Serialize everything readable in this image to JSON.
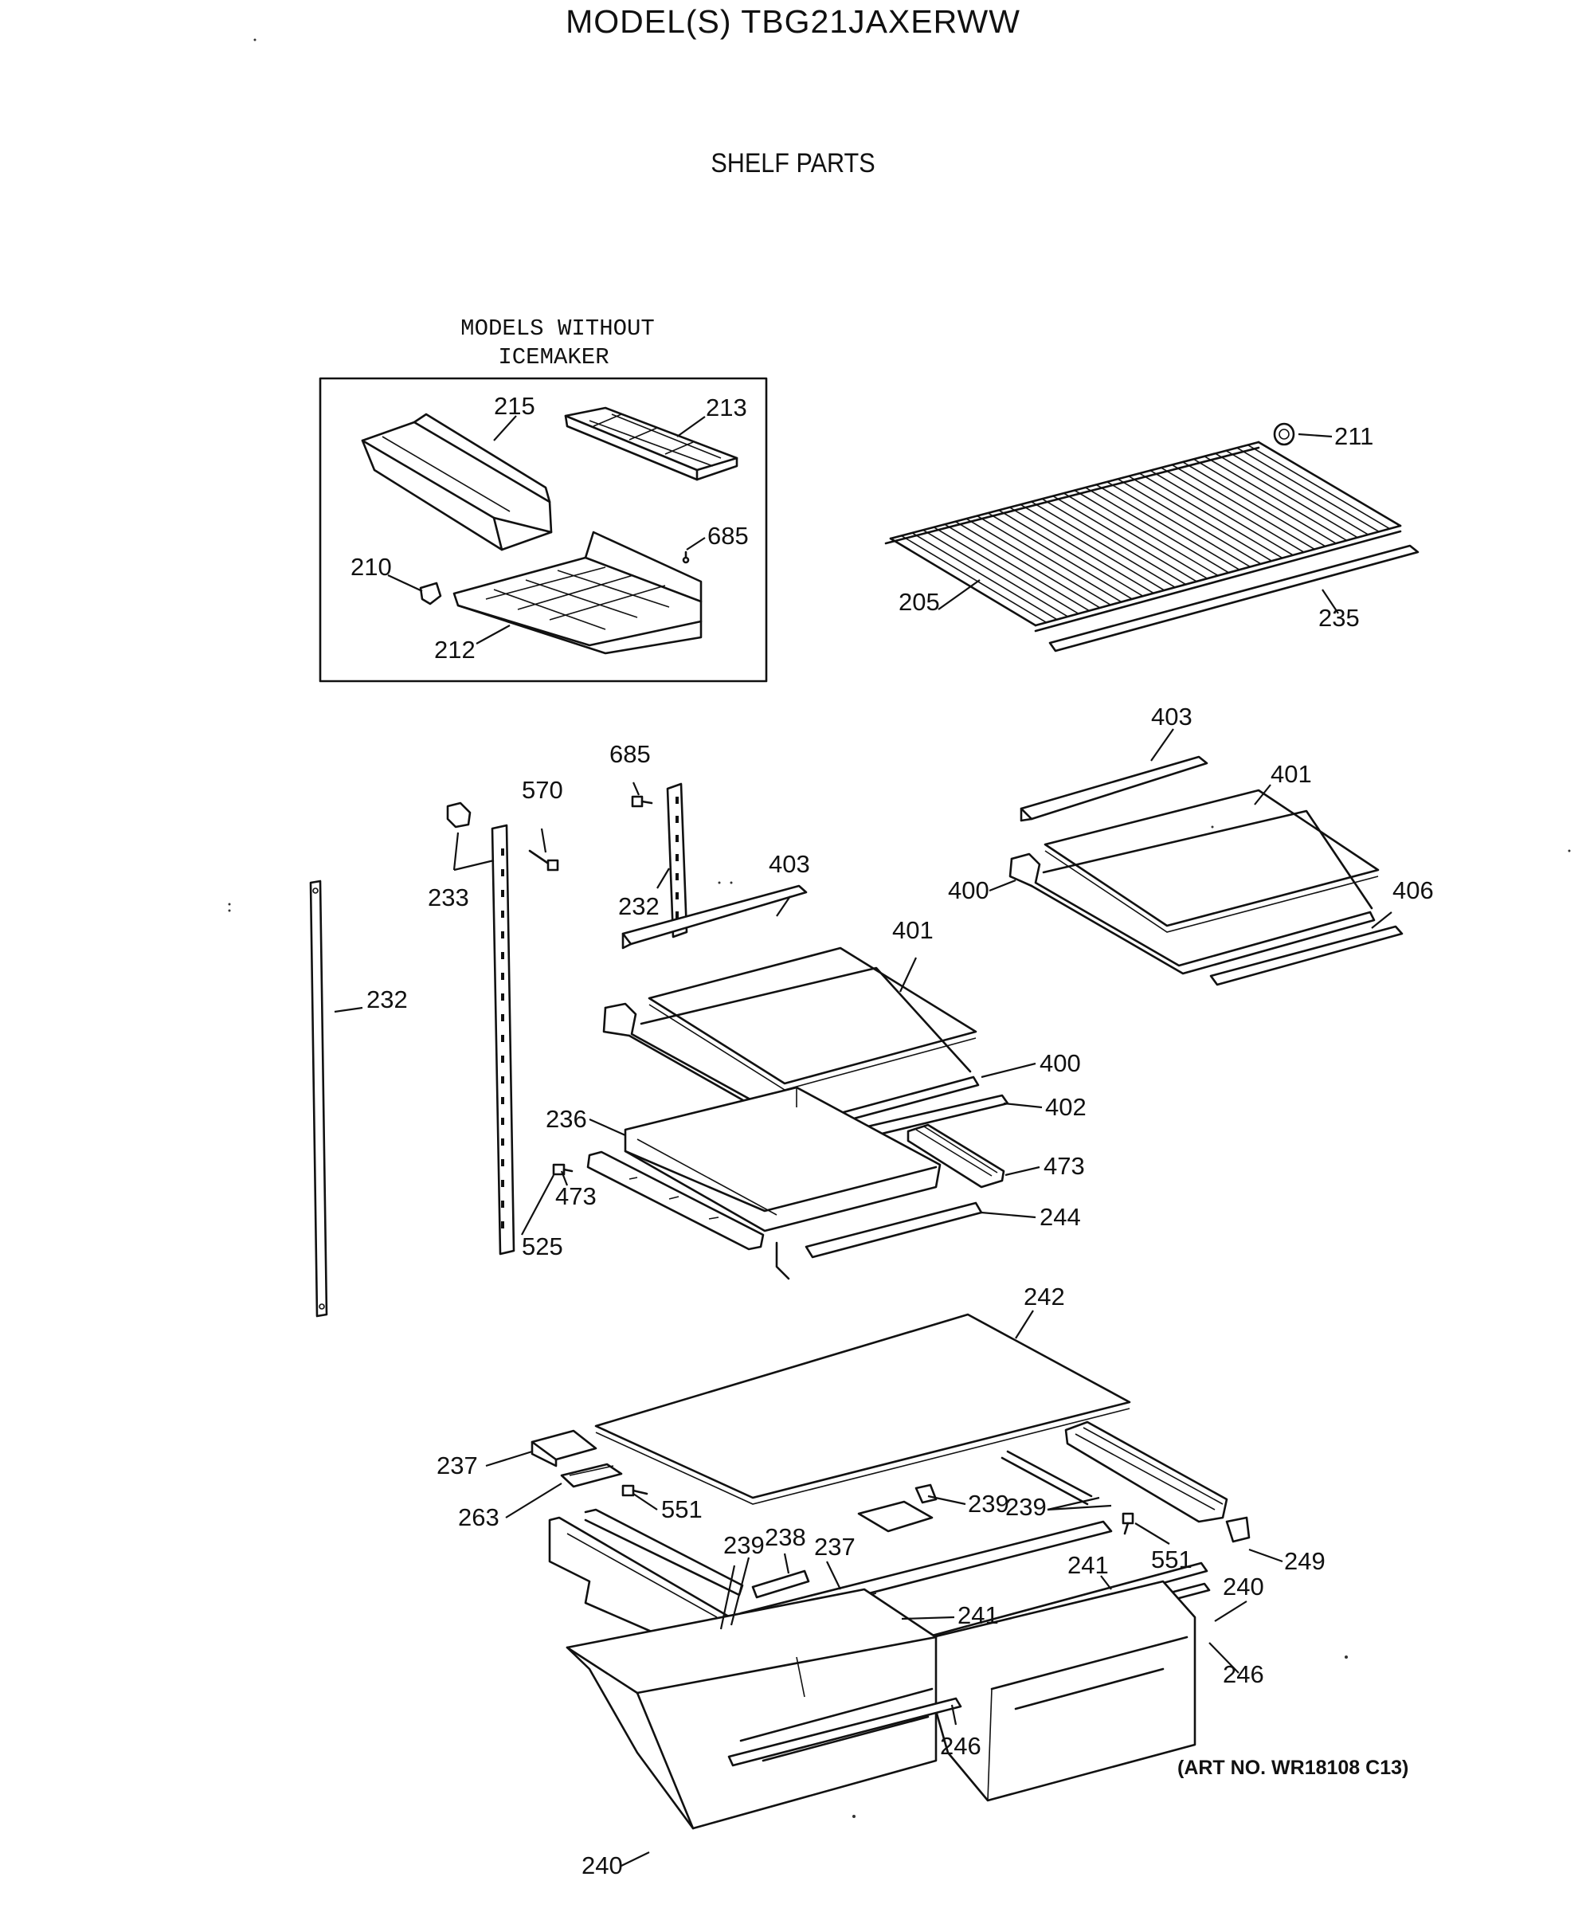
{
  "header": {
    "model_title": "MODEL(S) TBG21JAXERWW",
    "section_title": "SHELF PARTS"
  },
  "inset": {
    "caption_line1": "MODELS WITHOUT",
    "caption_line2": "ICEMAKER"
  },
  "footer": {
    "art_number": "(ART NO. WR18108 C13)"
  },
  "callouts": [
    {
      "id": "c215",
      "text": "215"
    },
    {
      "id": "c213",
      "text": "213"
    },
    {
      "id": "c685a",
      "text": "685"
    },
    {
      "id": "c210",
      "text": "210"
    },
    {
      "id": "c212",
      "text": "212"
    },
    {
      "id": "c211",
      "text": "211"
    },
    {
      "id": "c205",
      "text": "205"
    },
    {
      "id": "c235",
      "text": "235"
    },
    {
      "id": "c403a",
      "text": "403"
    },
    {
      "id": "c401a",
      "text": "401"
    },
    {
      "id": "c400a",
      "text": "400"
    },
    {
      "id": "c406",
      "text": "406"
    },
    {
      "id": "c685b",
      "text": "685"
    },
    {
      "id": "c570",
      "text": "570"
    },
    {
      "id": "c233",
      "text": "233"
    },
    {
      "id": "c232a",
      "text": "232"
    },
    {
      "id": "c232b",
      "text": "232"
    },
    {
      "id": "c403b",
      "text": "403"
    },
    {
      "id": "c401b",
      "text": "401"
    },
    {
      "id": "c400b",
      "text": "400"
    },
    {
      "id": "c402",
      "text": "402"
    },
    {
      "id": "c236",
      "text": "236"
    },
    {
      "id": "c473a",
      "text": "473"
    },
    {
      "id": "c473b",
      "text": "473"
    },
    {
      "id": "c244",
      "text": "244"
    },
    {
      "id": "c525",
      "text": "525"
    },
    {
      "id": "c242",
      "text": "242"
    },
    {
      "id": "c237a",
      "text": "237"
    },
    {
      "id": "c263",
      "text": "263"
    },
    {
      "id": "c551a",
      "text": "551"
    },
    {
      "id": "c239a",
      "text": "239"
    },
    {
      "id": "c239b",
      "text": "239"
    },
    {
      "id": "c238",
      "text": "238"
    },
    {
      "id": "c237b",
      "text": "237"
    },
    {
      "id": "c239c",
      "text": "239"
    },
    {
      "id": "c551b",
      "text": "551"
    },
    {
      "id": "c249",
      "text": "249"
    },
    {
      "id": "c241a",
      "text": "241"
    },
    {
      "id": "c240a",
      "text": "240"
    },
    {
      "id": "c241b",
      "text": "241"
    },
    {
      "id": "c246a",
      "text": "246"
    },
    {
      "id": "c246b",
      "text": "246"
    },
    {
      "id": "c240b",
      "text": "240"
    }
  ]
}
